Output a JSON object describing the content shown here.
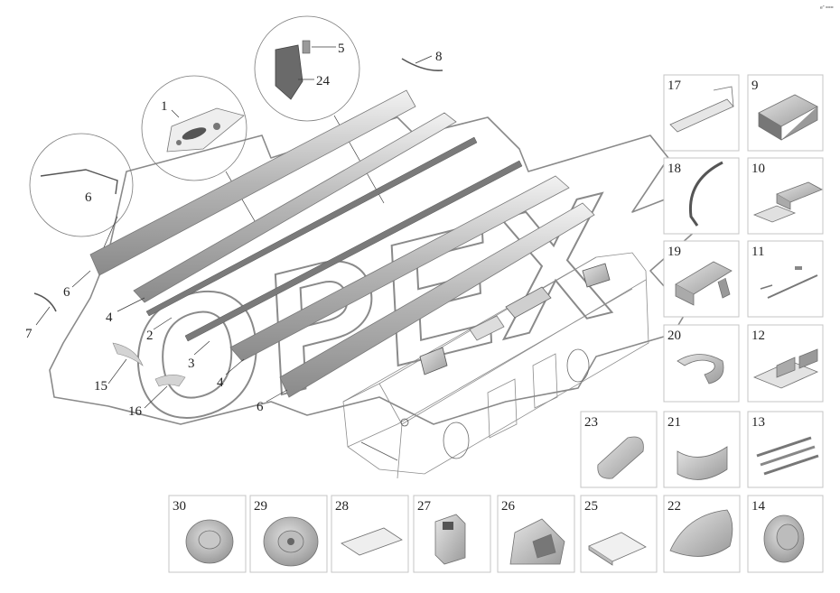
{
  "watermark": "OPEX",
  "corner_mark": "e\" ===",
  "callouts": {
    "c1": "1",
    "c2": "2",
    "c3": "3",
    "c4a": "4",
    "c4b": "4",
    "c5": "5",
    "c6a": "6",
    "c6b": "6",
    "c6c": "6",
    "c7": "7",
    "c8": "8",
    "c15": "15",
    "c16": "16",
    "c24": "24"
  },
  "boxes": {
    "b17": "17",
    "b9": "9",
    "b18": "18",
    "b10": "10",
    "b19": "19",
    "b11": "11",
    "b20": "20",
    "b12": "12",
    "b23": "23",
    "b21": "21",
    "b13": "13",
    "b30": "30",
    "b29": "29",
    "b28": "28",
    "b27": "27",
    "b26": "26",
    "b25": "25",
    "b22": "22",
    "b14": "14"
  }
}
